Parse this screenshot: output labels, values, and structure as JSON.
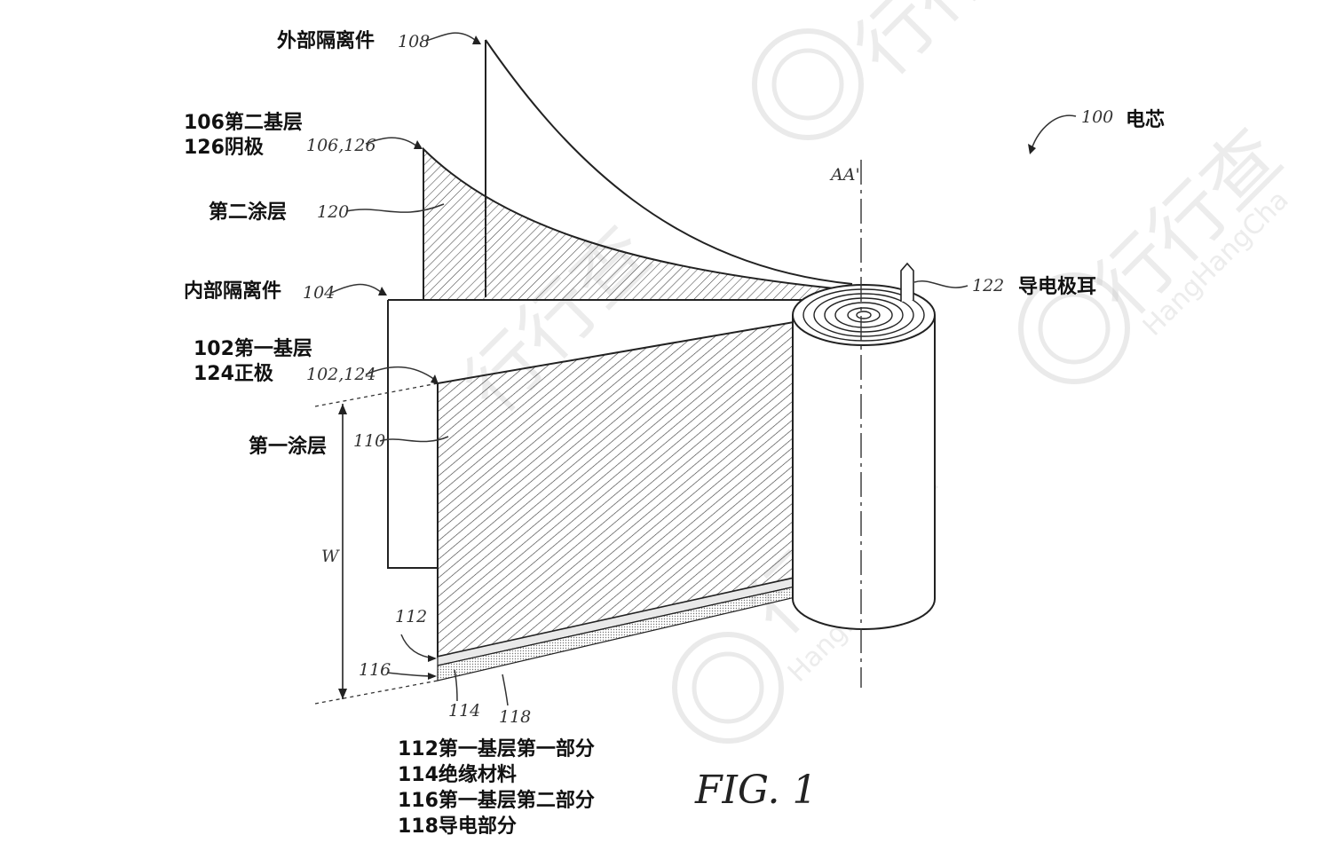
{
  "labels": {
    "outer_separator": "外部隔离件",
    "second_substrate": "106第二基层",
    "cathode": "126阴极",
    "second_coating": "第二涂层",
    "inner_separator": "内部隔离件",
    "first_substrate": "102第一基层",
    "anode": "124正极",
    "first_coating": "第一涂层",
    "cell": "电芯",
    "tab": "导电极耳",
    "legend_112": "112第一基层第一部分",
    "legend_114": "114绝缘材料",
    "legend_116": "116第一基层第二部分",
    "legend_118": "118导电部分"
  },
  "refs": {
    "r108": "108",
    "r106_126": "106,126",
    "r120": "120",
    "r104": "104",
    "r102_124": "102,124",
    "r110": "110",
    "r100": "100",
    "r122": "122",
    "r112": "112",
    "r116": "116",
    "r114": "114",
    "r118": "118",
    "axis": "AA'",
    "width": "W"
  },
  "figure_caption": "FIG. 1",
  "watermark": {
    "brand_cn": "行行查",
    "brand_en": "HangHangCha"
  }
}
